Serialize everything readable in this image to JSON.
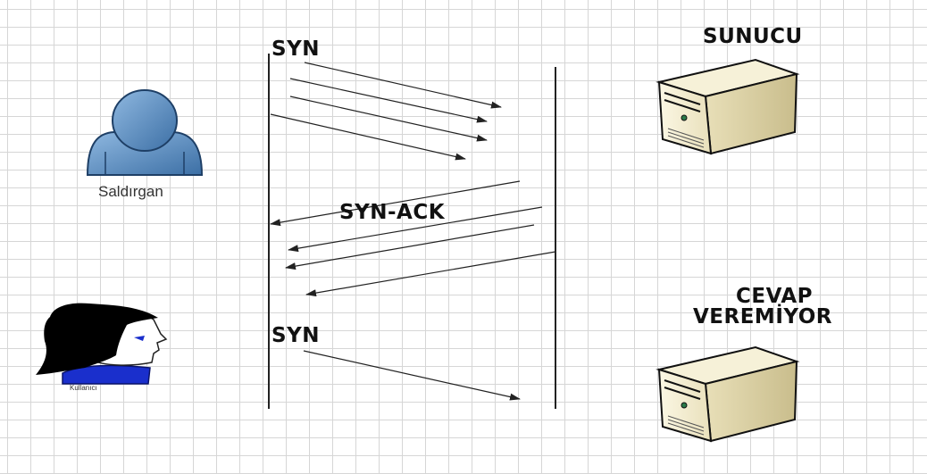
{
  "labels": {
    "syn_top": "SYN",
    "syn_ack": "SYN-ACK",
    "syn_bottom": "SYN",
    "server_top": "SUNUCU",
    "server_bottom_line1": "CEVAP",
    "server_bottom_line2": "VEREMİYOR",
    "attacker": "Saldırgan",
    "user": "Kullanıcı"
  },
  "icons": {
    "attacker": "person-icon",
    "user": "user-head-icon",
    "server_top": "server-icon",
    "server_bottom": "server-icon"
  },
  "colors": {
    "attacker_fill": "#5b8fc4",
    "user_shirt": "#1a2fcc",
    "arrow": "#222222"
  }
}
